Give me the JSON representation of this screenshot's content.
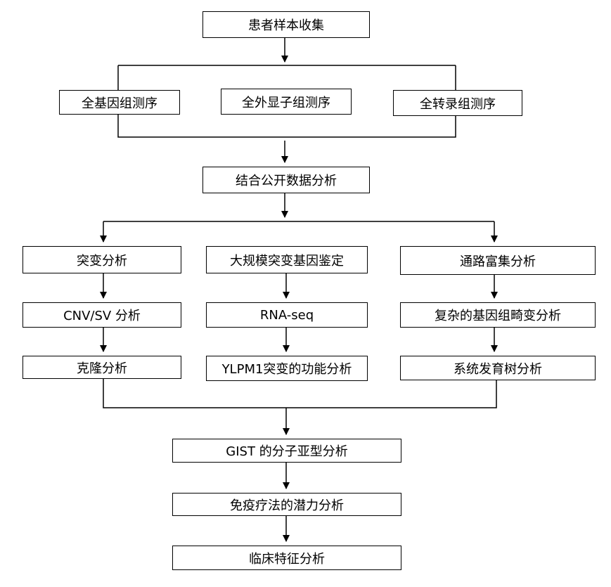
{
  "nodes": {
    "sample_collection": "患者样本收集",
    "wgs": "全基因组测序",
    "wes": "全外显子组测序",
    "wts": "全转录组测序",
    "public_data": "结合公开数据分析",
    "mutation": "突变分析",
    "large_scale": "大规模突变基因鉴定",
    "pathway": "通路富集分析",
    "cnv_sv": "CNV/SV 分析",
    "rna_seq": "RNA-seq",
    "complex_variation": "复杂的基因组畸变分析",
    "clonal": "克隆分析",
    "ylpm1": "YLPM1突变的功能分析",
    "phylogenetic": "系统发育树分析",
    "gist_subtype": "GIST 的分子亚型分析",
    "immunotherapy": "免疫疗法的潜力分析",
    "clinical": "临床特征分析"
  }
}
